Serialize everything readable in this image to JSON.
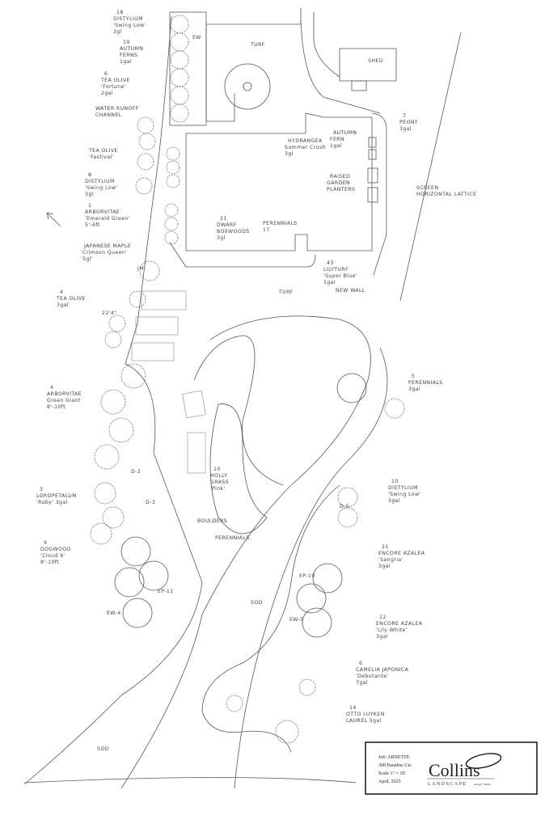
{
  "plan": {
    "labels": {
      "distylium_18": [
        "18",
        "DISTYLIUM",
        "'Swing Low'",
        "3gl"
      ],
      "ferns_19": [
        "19",
        "AUTUMN",
        "FERNS",
        "1gal"
      ],
      "tea_olive_6": [
        "6",
        "TEA OLIVE",
        "'Fortune'",
        "2gal"
      ],
      "runoff": [
        "WATER RUNOFF",
        "CHANNEL"
      ],
      "tea_olive_fastival": [
        "TEA OLIVE",
        "'Fastival'"
      ],
      "distylium_8": [
        "8",
        "DISTYLIUM",
        "'Swing Low'",
        "3gl"
      ],
      "arborvitae_1": [
        "1",
        "ARBORVITAE",
        "'Emerald Green'",
        "5'-6ft"
      ],
      "japanese_maple": [
        "JAPANESE MAPLE",
        "'Crimson Queen'",
        "'5gl'"
      ],
      "turf_top": [
        "TURF"
      ],
      "shed": [
        "SHED"
      ],
      "hydrangea": [
        "HYDRANGEA",
        "Summer Crush",
        "3gl"
      ],
      "autumn_fern": [
        "AUTUMN",
        "FERN",
        "1gal"
      ],
      "peony": [
        "7",
        "PEONY",
        "3gal"
      ],
      "planters": [
        "RAISED",
        "GARDEN",
        "PLANTERS"
      ],
      "screen": [
        "SCREEN",
        "HORIZONTAL LATTICE"
      ],
      "boxwoods": [
        "21",
        "DWARF",
        "BOXWOODS",
        "3gl"
      ],
      "perennials_17": [
        "PERENNIALS",
        "17"
      ],
      "lilyturf": [
        "43",
        "LILYTURF",
        "'Super Blue'",
        "1gal"
      ],
      "new_wall": [
        "NEW WALL"
      ],
      "turf_bottom": [
        "TURF"
      ],
      "tea_olive_4": [
        "4",
        "TEA OLIVE",
        "3gal"
      ],
      "dimension": [
        "22'4\""
      ],
      "arborvitae_4": [
        "4",
        "ARBORVITAE",
        "Green Giant",
        "8'-10ft"
      ],
      "perennials_5": [
        "5",
        "PERENNIALS",
        "3gal"
      ],
      "holly_grass": [
        "10",
        "HOLLY",
        "GRASS",
        "'Pink'"
      ],
      "boulders": [
        "BOULDERS"
      ],
      "perennials_mid": [
        "PERENNIALS"
      ],
      "loropetalum": [
        "3",
        "LOROPETALUM",
        "'Ruby' 3gal"
      ],
      "dogwood": [
        "9",
        "DOGWOOD",
        "'Cloud 9'",
        "8'-10ft"
      ],
      "distylium_10": [
        "10",
        "DISTYLIUM",
        "'Swing Low'",
        "3gal"
      ],
      "azalea_sangria": [
        "21",
        "ENCORE AZALEA",
        "'Sangria'",
        "3gal"
      ],
      "azalea_lily": [
        "12",
        "ENCORE AZALEA",
        "'Lily White'",
        "3gal"
      ],
      "camelia": [
        "6",
        "CAMELIA JAPONICA",
        "'Debutante'",
        "7gal"
      ],
      "laurel": [
        "14",
        "OTTO LUYKEN",
        "LAUREL 5gal"
      ],
      "sod_mid": [
        "SOD"
      ],
      "sod_bottom": [
        "SOD"
      ],
      "code_ew": [
        "EW"
      ],
      "code_jm": [
        "JM"
      ],
      "code_d5": [
        "D-5"
      ],
      "code_d2": [
        "D-2"
      ],
      "code_d3": [
        "D-3"
      ],
      "code_ep10": [
        "EP-10"
      ],
      "code_ew5": [
        "EW-5"
      ],
      "code_ep11": [
        "EP-11"
      ],
      "code_ew4": [
        "EW-4"
      ]
    }
  },
  "title_block": {
    "job": "Job: ARNETTE",
    "address": "308 Paradise Cir.",
    "scale": "Scale 1\" = 10'",
    "date": "April, 2025",
    "logo_name": "Collins",
    "logo_sub": "LANDSCAPE",
    "logo_tag": "Design • Build"
  }
}
